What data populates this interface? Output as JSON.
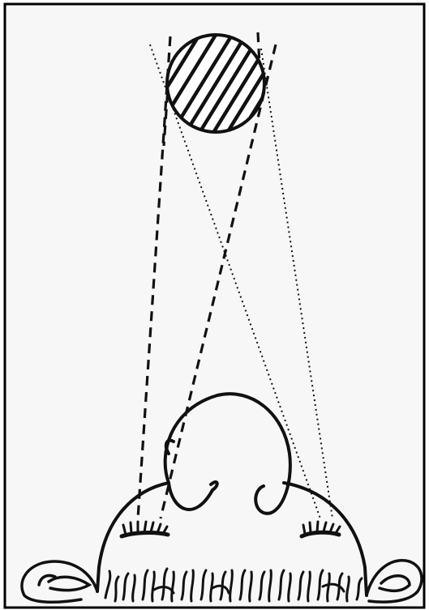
{
  "figure": {
    "background": "#f7f7f7",
    "ink": "#111111",
    "border": "#000000",
    "elements": [
      {
        "name": "ball-hatched",
        "kind": "circle"
      },
      {
        "name": "right-eye-dashed-sightline",
        "kind": "dashed-line"
      },
      {
        "name": "left-eye-dashed-sightline",
        "kind": "dashed-line"
      },
      {
        "name": "right-eye-dotted-sightline",
        "kind": "dotted-line"
      },
      {
        "name": "left-eye-dotted-sightline",
        "kind": "dotted-line"
      },
      {
        "name": "head-top-view",
        "kind": "outline"
      },
      {
        "name": "nose",
        "kind": "outline"
      },
      {
        "name": "left-eye-lashes",
        "kind": "marks"
      },
      {
        "name": "right-eye-lashes",
        "kind": "marks"
      },
      {
        "name": "left-ear",
        "kind": "outline"
      },
      {
        "name": "right-ear",
        "kind": "outline"
      },
      {
        "name": "hair",
        "kind": "strokes"
      }
    ]
  }
}
